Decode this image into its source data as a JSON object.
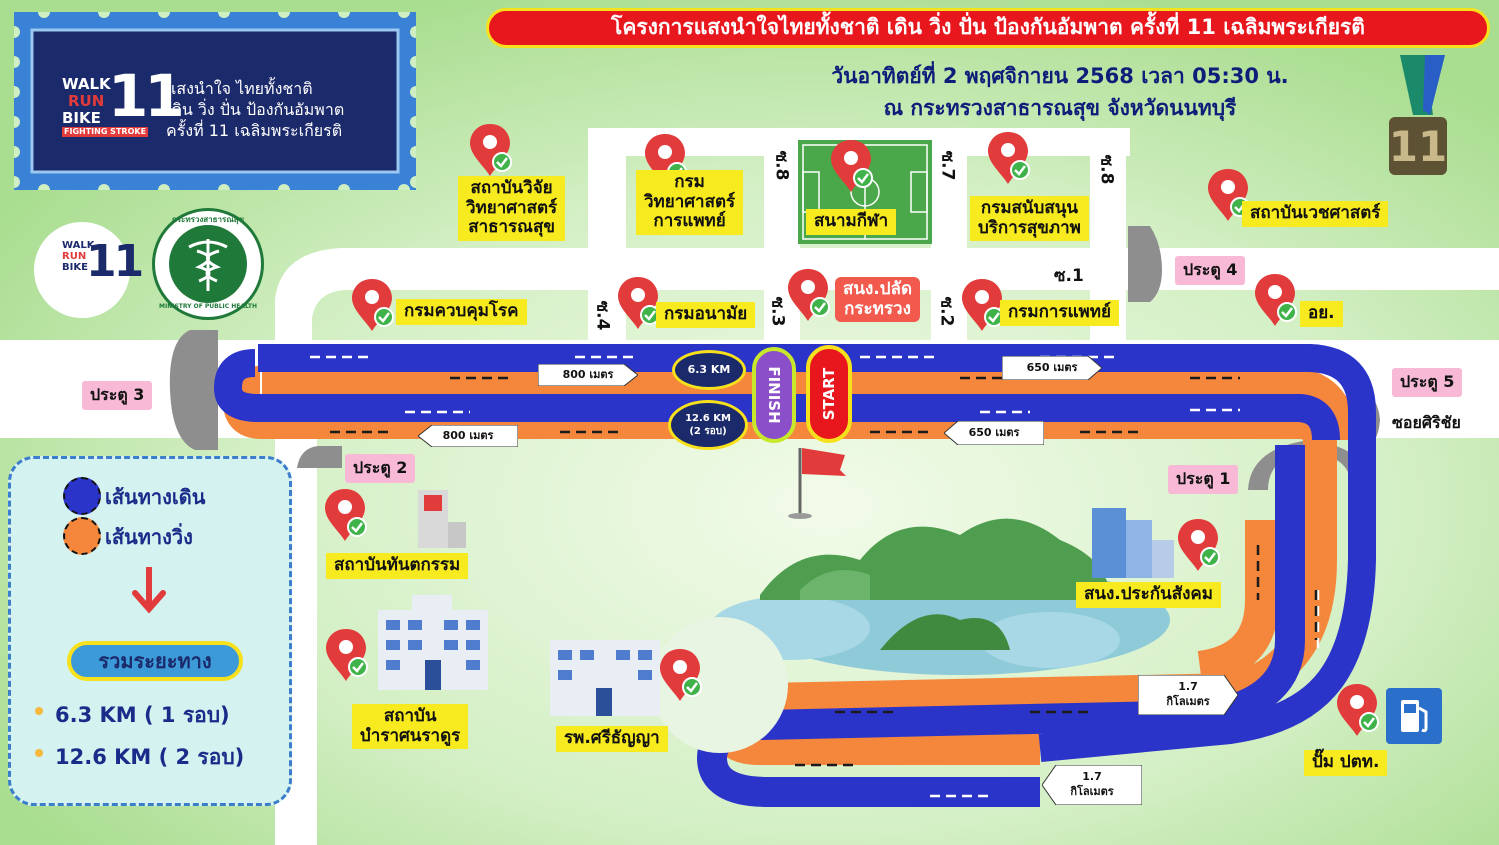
{
  "event": {
    "title": "โครงการแสงนำใจไทยทั้งชาติ เดิน วิ่ง ปั่น ป้องกันอัมพาต ครั้งที่ 11 เฉลิมพระเกียรติ",
    "date_time": "วันอาทิตย์ที่ 2 พฤศจิกายน 2568 เวลา 05:30 น.",
    "venue": "ณ กระทรวงสาธารณสุข จังหวัดนนทบุรี"
  },
  "logo": {
    "walk": "WALK",
    "run": "RUN",
    "bike": "BIKE",
    "number": "11",
    "tagline": "FIGHTING STROKE",
    "line1": "แสงนำใจ ไทยทั้งชาติ",
    "line2": "เดิน วิ่ง ปั่น ป้องกันอัมพาต",
    "line3": "ครั้งที่ 11 เฉลิมพระเกียรติ"
  },
  "ministry_seal": {
    "thai": "กระทรวงสาธารณสุข",
    "english": "MINISTRY OF PUBLIC HEALTH"
  },
  "places": [
    {
      "id": "nihr",
      "label": "สถาบันวิจัย\nวิทยาศาสตร์\nสาธารณสุข"
    },
    {
      "id": "dmsc",
      "label": "กรม\nวิทยาศาสตร์\nการแพทย์"
    },
    {
      "id": "stadium",
      "label": "สนามกีฬา"
    },
    {
      "id": "hss",
      "label": "กรมสนับสนุน\nบริการสุขภาพ"
    },
    {
      "id": "forensic",
      "label": "สถาบันเวชศาสตร์"
    },
    {
      "id": "ddc",
      "label": "กรมควบคุมโรค"
    },
    {
      "id": "doh",
      "label": "กรมอนามัย"
    },
    {
      "id": "ops",
      "label": "สนง.ปลัด\nกระทรวง"
    },
    {
      "id": "dms",
      "label": "กรมการแพทย์"
    },
    {
      "id": "fda",
      "label": "อย."
    },
    {
      "id": "dental",
      "label": "สถาบันทันตกรรม"
    },
    {
      "id": "sso",
      "label": "สนง.ประกันสังคม"
    },
    {
      "id": "rehab",
      "label": "สถาบัน\nบำราศนราดูร"
    },
    {
      "id": "hospital",
      "label": "รพ.ศรีธัญญา"
    },
    {
      "id": "ptt",
      "label": "ปั๊ม ปตท."
    }
  ],
  "gates": {
    "g1": "ประตู 1",
    "g2": "ประตู 2",
    "g3": "ประตู 3",
    "g4": "ประตู 4",
    "g5": "ประตู 5"
  },
  "sois": {
    "s1": "ซ.1",
    "s2": "ซ.2",
    "s3": "ซ.3",
    "s4": "ซ.4",
    "s7": "ซ.7",
    "s8a": "ซ.8",
    "s8b": "ซ.8",
    "sirichai": "ซอยศิริชัย"
  },
  "distances": {
    "m800_top": "800 เมตร",
    "m800_bottom": "800 เมตร",
    "m650_top": "650 เมตร",
    "m650_bottom": "650 เมตร",
    "km17_top": "1.7\nกิโลเมตร",
    "km17_bottom": "1.7\nกิโลเมตร",
    "lap1": "6.3 KM",
    "lap2": "12.6 KM\n(2 รอบ)"
  },
  "markers": {
    "finish": "FINISH",
    "start": "START"
  },
  "legend": {
    "walk": "เส้นทางเดิน",
    "run": "เส้นทางวิ่ง",
    "total_title": "รวมระยะทาง",
    "total_1": "6.3 KM ( 1 รอบ)",
    "total_2": "12.6 KM ( 2 รอบ)"
  },
  "colors": {
    "walk_route": "#2b34c8",
    "run_route": "#f5873c",
    "banner_red": "#e8161d",
    "label_yellow": "#f7ea1e",
    "gate_pink": "#f7b9d6",
    "navy": "#1b2a6b",
    "pin_red": "#e23b3b"
  }
}
